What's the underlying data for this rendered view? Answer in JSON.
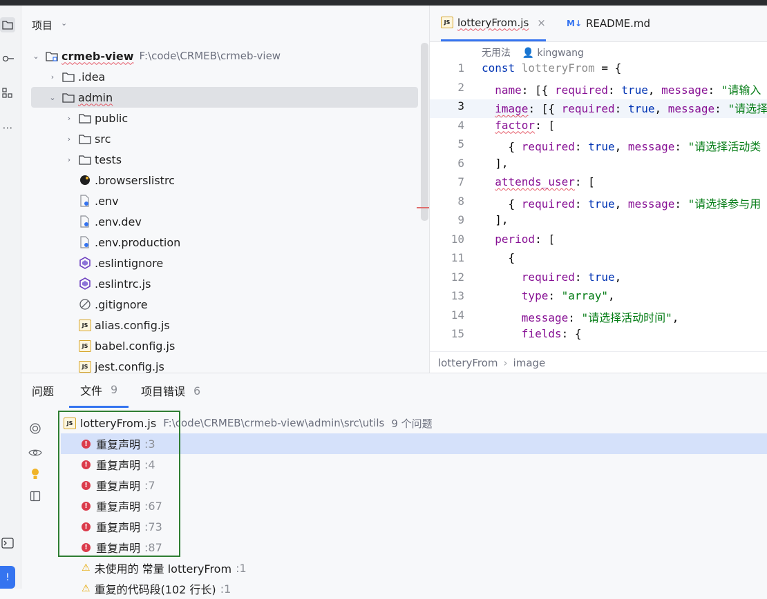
{
  "project_panel": {
    "title": "项目",
    "tree": [
      {
        "name": "crmeb-view",
        "path": "F:\\code\\CRMEB\\crmeb-view",
        "icon": "module-folder-icon",
        "arrow": "⌄",
        "depth": 0
      },
      {
        "name": ".idea",
        "icon": "folder-icon",
        "arrow": "›",
        "depth": 1
      },
      {
        "name": "admin",
        "icon": "folder-icon",
        "arrow": "⌄",
        "depth": 1
      },
      {
        "name": "public",
        "icon": "folder-icon",
        "arrow": "›",
        "depth": 2
      },
      {
        "name": "src",
        "icon": "folder-icon",
        "arrow": "›",
        "depth": 2
      },
      {
        "name": "tests",
        "icon": "folder-icon",
        "arrow": "›",
        "depth": 2
      },
      {
        "name": ".browserslistrc",
        "icon": "browserslist-icon",
        "arrow": "",
        "depth": 2
      },
      {
        "name": ".env",
        "icon": "env-file-icon",
        "arrow": "",
        "depth": 2
      },
      {
        "name": ".env.dev",
        "icon": "env-file-icon",
        "arrow": "",
        "depth": 2
      },
      {
        "name": ".env.production",
        "icon": "env-file-icon",
        "arrow": "",
        "depth": 2
      },
      {
        "name": ".eslintignore",
        "icon": "eslint-icon",
        "arrow": "",
        "depth": 2
      },
      {
        "name": ".eslintrc.js",
        "icon": "eslint-icon",
        "arrow": "",
        "depth": 2
      },
      {
        "name": ".gitignore",
        "icon": "ignore-file-icon",
        "arrow": "",
        "depth": 2
      },
      {
        "name": "alias.config.js",
        "icon": "js-file-icon",
        "arrow": "",
        "depth": 2
      },
      {
        "name": "babel.config.js",
        "icon": "js-file-icon",
        "arrow": "",
        "depth": 2
      },
      {
        "name": "jest.config.js",
        "icon": "js-file-icon",
        "arrow": "",
        "depth": 2
      }
    ]
  },
  "editor": {
    "tabs": [
      {
        "label": "lotteryFrom.js",
        "badge": "JS",
        "close": "×"
      },
      {
        "label": "README.md",
        "badge": "M↓"
      }
    ],
    "author_line": {
      "label": "无用法",
      "author": "kingwang"
    },
    "lines": [
      {
        "n": "1",
        "segs": [
          [
            "kw",
            "const "
          ],
          [
            "gray",
            "lotteryFrom"
          ],
          [
            "plain",
            " = {"
          ]
        ]
      },
      {
        "n": "2",
        "segs": [
          [
            "plain",
            "  "
          ],
          [
            "prop",
            "name"
          ],
          [
            "plain",
            ": [{ "
          ],
          [
            "prop",
            "required"
          ],
          [
            "plain",
            ": "
          ],
          [
            "kw",
            "true"
          ],
          [
            "plain",
            ", "
          ],
          [
            "prop",
            "message"
          ],
          [
            "plain",
            ": "
          ],
          [
            "str",
            "\"请输入"
          ]
        ]
      },
      {
        "n": "3",
        "segs": [
          [
            "plain",
            "  "
          ],
          [
            "prop",
            "image"
          ],
          [
            "plain",
            ": [{ "
          ],
          [
            "prop",
            "required"
          ],
          [
            "plain",
            ": "
          ],
          [
            "kw",
            "true"
          ],
          [
            "plain",
            ", "
          ],
          [
            "prop",
            "message"
          ],
          [
            "plain",
            ": "
          ],
          [
            "str",
            "\"请选择"
          ]
        ]
      },
      {
        "n": "4",
        "segs": [
          [
            "plain",
            "  "
          ],
          [
            "prop",
            "factor"
          ],
          [
            "plain",
            ": ["
          ]
        ]
      },
      {
        "n": "5",
        "segs": [
          [
            "plain",
            "    { "
          ],
          [
            "prop",
            "required"
          ],
          [
            "plain",
            ": "
          ],
          [
            "kw",
            "true"
          ],
          [
            "plain",
            ", "
          ],
          [
            "prop",
            "message"
          ],
          [
            "plain",
            ": "
          ],
          [
            "str",
            "\"请选择活动类"
          ]
        ]
      },
      {
        "n": "6",
        "segs": [
          [
            "plain",
            "  ],"
          ]
        ]
      },
      {
        "n": "7",
        "segs": [
          [
            "plain",
            "  "
          ],
          [
            "prop",
            "attends_user"
          ],
          [
            "plain",
            ": ["
          ]
        ]
      },
      {
        "n": "8",
        "segs": [
          [
            "plain",
            "    { "
          ],
          [
            "prop",
            "required"
          ],
          [
            "plain",
            ": "
          ],
          [
            "kw",
            "true"
          ],
          [
            "plain",
            ", "
          ],
          [
            "prop",
            "message"
          ],
          [
            "plain",
            ": "
          ],
          [
            "str",
            "\"请选择参与用"
          ]
        ]
      },
      {
        "n": "9",
        "segs": [
          [
            "plain",
            "  ],"
          ]
        ]
      },
      {
        "n": "10",
        "segs": [
          [
            "plain",
            "  "
          ],
          [
            "prop",
            "period"
          ],
          [
            "plain",
            ": ["
          ]
        ]
      },
      {
        "n": "11",
        "segs": [
          [
            "plain",
            "    {"
          ]
        ]
      },
      {
        "n": "12",
        "segs": [
          [
            "plain",
            "      "
          ],
          [
            "prop",
            "required"
          ],
          [
            "plain",
            ": "
          ],
          [
            "kw",
            "true"
          ],
          [
            "plain",
            ","
          ]
        ]
      },
      {
        "n": "13",
        "segs": [
          [
            "plain",
            "      "
          ],
          [
            "prop",
            "type"
          ],
          [
            "plain",
            ": "
          ],
          [
            "str",
            "\"array\""
          ],
          [
            "plain",
            ","
          ]
        ]
      },
      {
        "n": "14",
        "segs": [
          [
            "plain",
            "      "
          ],
          [
            "prop",
            "message"
          ],
          [
            "plain",
            ": "
          ],
          [
            "str",
            "\"请选择活动时间\""
          ],
          [
            "plain",
            ","
          ]
        ]
      },
      {
        "n": "15",
        "segs": [
          [
            "plain",
            "      "
          ],
          [
            "prop",
            "fields"
          ],
          [
            "plain",
            ": {"
          ]
        ]
      }
    ],
    "current_line": "3",
    "breadcrumb": [
      "lotteryFrom",
      "image"
    ],
    "breadcrumb_sep": "›"
  },
  "problems_panel": {
    "tabs": [
      {
        "label": "问题",
        "count": ""
      },
      {
        "label": "文件",
        "count": "9"
      },
      {
        "label": "项目错误",
        "count": "6"
      }
    ],
    "file": {
      "name": "lotteryFrom.js",
      "path": "F:\\code\\CRMEB\\crmeb-view\\admin\\src\\utils",
      "summary": "9 个问题"
    },
    "items": [
      {
        "severity": "error",
        "text": "重复声明",
        "line": ":3"
      },
      {
        "severity": "error",
        "text": "重复声明",
        "line": ":4"
      },
      {
        "severity": "error",
        "text": "重复声明",
        "line": ":7"
      },
      {
        "severity": "error",
        "text": "重复声明",
        "line": ":67"
      },
      {
        "severity": "error",
        "text": "重复声明",
        "line": ":73"
      },
      {
        "severity": "error",
        "text": "重复声明",
        "line": ":87"
      },
      {
        "severity": "warning",
        "text": "未使用的 常量 lotteryFrom",
        "line": ":1"
      },
      {
        "severity": "warning",
        "text": "重复的代码段(102 行长)",
        "line": ":1"
      }
    ]
  },
  "colors": {
    "accent": "#3574f0",
    "error": "#db3b4b",
    "warning": "#e6a700",
    "highlight_box": "#2e7d32"
  }
}
